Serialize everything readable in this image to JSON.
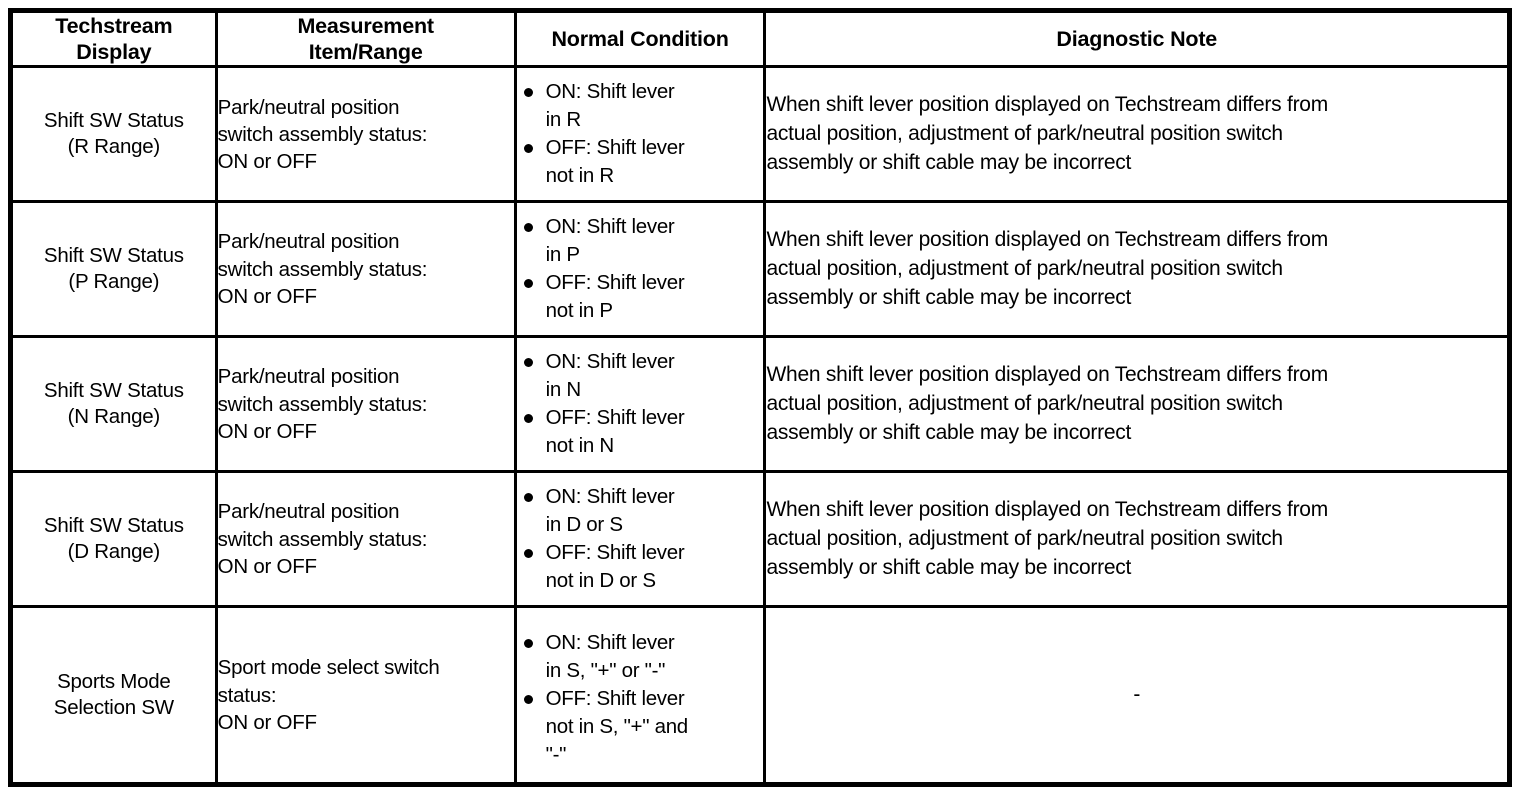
{
  "table": {
    "headers": [
      {
        "name": "techstream-display",
        "lines": [
          "Techstream",
          "Display"
        ]
      },
      {
        "name": "measurement-item-range",
        "lines": [
          "Measurement",
          "Item/Range"
        ]
      },
      {
        "name": "normal-condition",
        "lines": [
          "Normal Condition"
        ]
      },
      {
        "name": "diagnostic-note",
        "lines": [
          "Diagnostic Note"
        ]
      }
    ],
    "rows": [
      {
        "name": "shift-sw-status-r-range",
        "display_lines": [
          "Shift SW Status",
          "(R Range)"
        ],
        "measurement_lines": [
          "Park/neutral position",
          "switch assembly status:",
          "ON or OFF"
        ],
        "conditions": [
          [
            "ON: Shift lever",
            "in R"
          ],
          [
            "OFF: Shift lever",
            "not in R"
          ]
        ],
        "note_lines": [
          "When shift lever position displayed on Techstream differs from",
          "actual position, adjustment of park/neutral position switch",
          "assembly or shift cable may be incorrect"
        ]
      },
      {
        "name": "shift-sw-status-p-range",
        "display_lines": [
          "Shift SW Status",
          "(P Range)"
        ],
        "measurement_lines": [
          "Park/neutral position",
          "switch assembly status:",
          "ON or OFF"
        ],
        "conditions": [
          [
            "ON: Shift lever",
            "in P"
          ],
          [
            "OFF: Shift lever",
            "not in P"
          ]
        ],
        "note_lines": [
          "When shift lever position displayed on Techstream differs from",
          "actual position, adjustment of park/neutral position switch",
          "assembly or shift cable may be incorrect"
        ]
      },
      {
        "name": "shift-sw-status-n-range",
        "display_lines": [
          "Shift SW Status",
          "(N Range)"
        ],
        "measurement_lines": [
          "Park/neutral position",
          "switch assembly status:",
          "ON or OFF"
        ],
        "conditions": [
          [
            "ON: Shift lever",
            "in N"
          ],
          [
            "OFF: Shift lever",
            "not in N"
          ]
        ],
        "note_lines": [
          "When shift lever position displayed on Techstream differs from",
          "actual position, adjustment of park/neutral position switch",
          "assembly or shift cable may be incorrect"
        ]
      },
      {
        "name": "shift-sw-status-d-range",
        "display_lines": [
          "Shift SW Status",
          "(D Range)"
        ],
        "measurement_lines": [
          "Park/neutral position",
          "switch assembly status:",
          "ON or OFF"
        ],
        "conditions": [
          [
            "ON: Shift lever",
            "in D or S"
          ],
          [
            "OFF: Shift lever",
            "not in D or S"
          ]
        ],
        "note_lines": [
          "When shift lever position displayed on Techstream differs from",
          "actual position, adjustment of park/neutral position switch",
          "assembly or shift cable may be incorrect"
        ]
      },
      {
        "name": "sports-mode-selection-sw",
        "display_lines": [
          "Sports Mode",
          "Selection SW"
        ],
        "measurement_lines": [
          "Sport mode select switch",
          "status:",
          "ON or OFF"
        ],
        "conditions": [
          [
            "ON: Shift lever",
            "in S, \"+\" or \"-\""
          ],
          [
            "OFF: Shift lever",
            "not in S, \"+\" and",
            "\"-\""
          ]
        ],
        "note_lines": [
          "-"
        ]
      }
    ]
  },
  "colors": {
    "border": "#000000",
    "text": "#000000",
    "background": "#ffffff"
  }
}
